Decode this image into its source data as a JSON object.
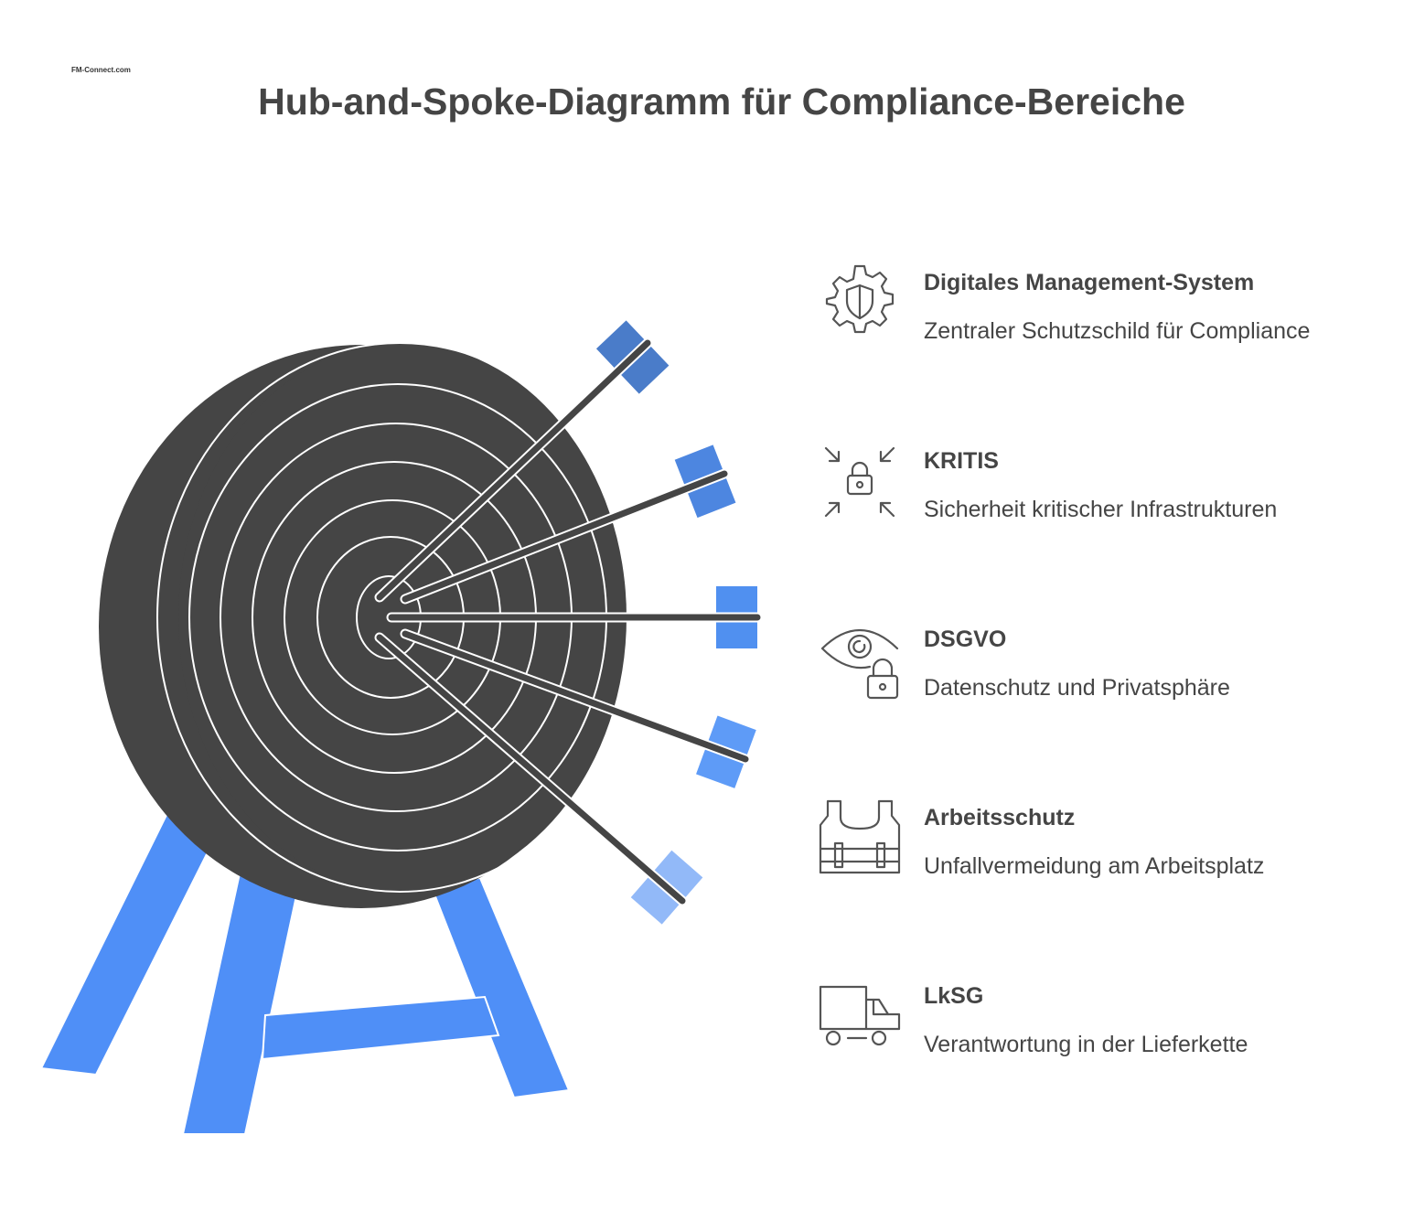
{
  "title": "Hub-and-Spoke-Diagramm für Compliance-Bereiche",
  "logo_text": "FM-Connect.com",
  "colors": {
    "target": "#454545",
    "legs": "#4f8ff7",
    "text": "#454545"
  },
  "items": [
    {
      "title": "Digitales Management-System",
      "desc": "Zentraler Schutzschild für Compliance",
      "icon": "gear-shield-icon",
      "fletch": "#4a7cc9"
    },
    {
      "title": "KRITIS",
      "desc": "Sicherheit kritischer Infrastrukturen",
      "icon": "lock-arrows-icon",
      "fletch": "#4d86e0"
    },
    {
      "title": "DSGVO",
      "desc": "Datenschutz und Privatsphäre",
      "icon": "eye-lock-icon",
      "fletch": "#5090f0"
    },
    {
      "title": "Arbeitsschutz",
      "desc": "Unfallvermeidung am Arbeitsplatz",
      "icon": "safety-vest-icon",
      "fletch": "#5e9bf7"
    },
    {
      "title": "LkSG",
      "desc": "Verantwortung in der Lieferkette",
      "icon": "truck-icon",
      "fletch": "#92b9f8"
    }
  ]
}
